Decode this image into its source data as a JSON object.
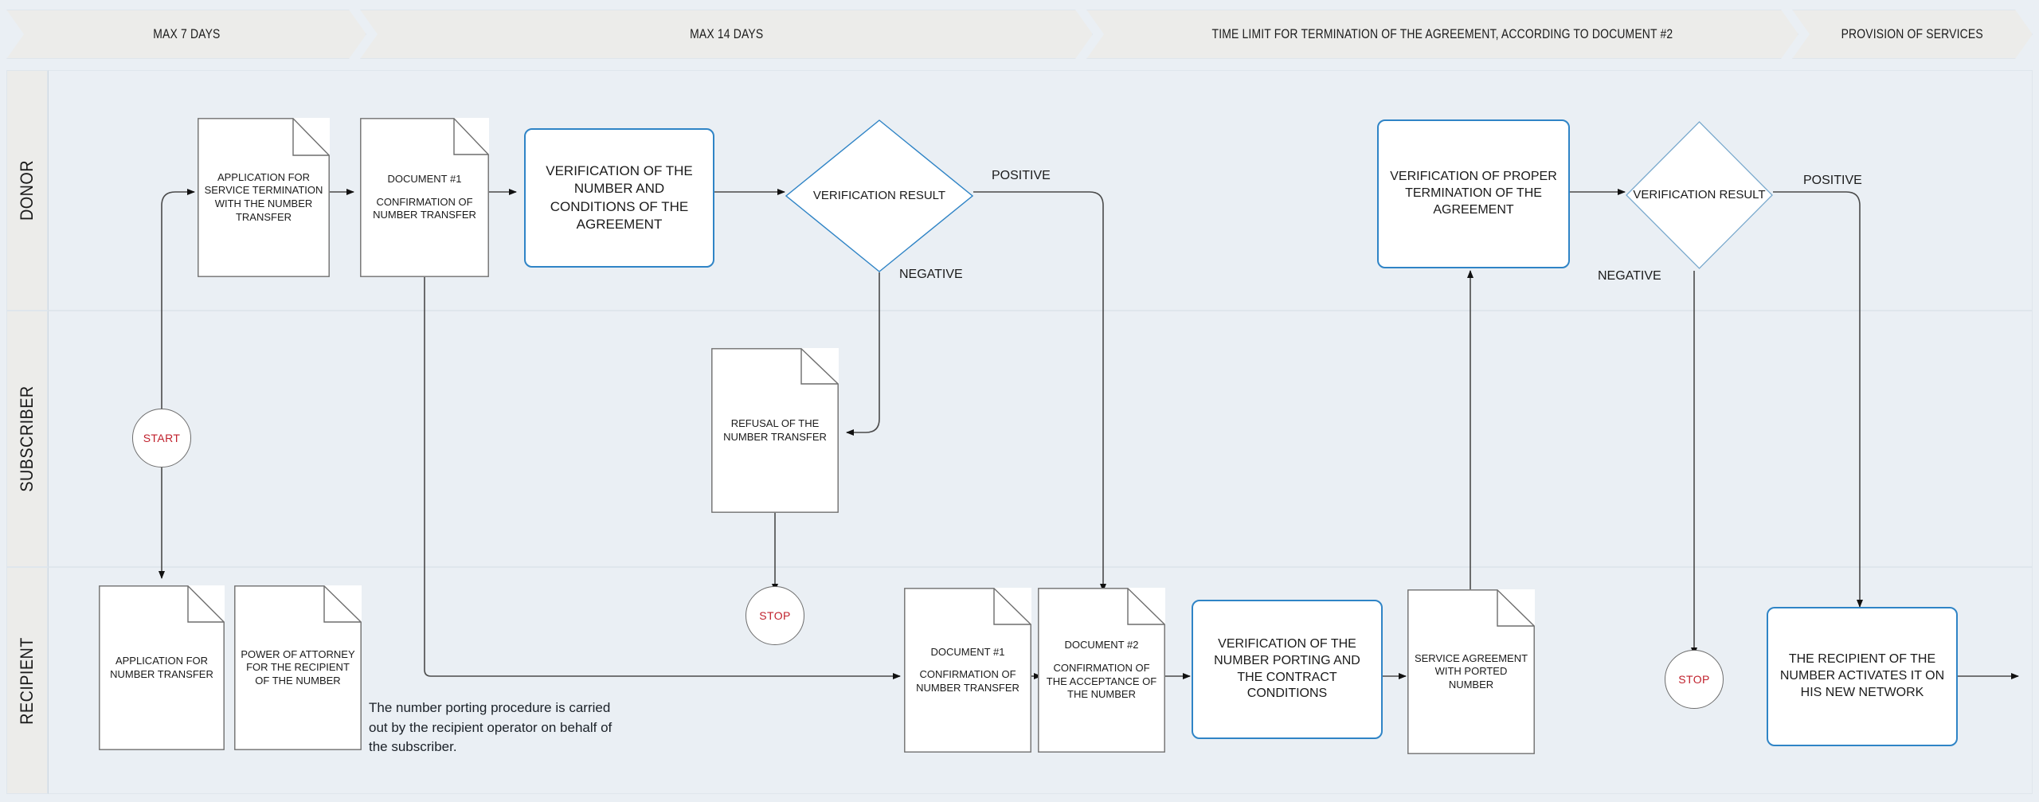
{
  "diagram": {
    "title": "Number porting procedure swimlane flowchart",
    "accent_color": "#2f84c6",
    "terminator_color": "#c0202c",
    "lane_header_bg": "#ececea",
    "lane_body_bg": "#eaeff4"
  },
  "phases": [
    {
      "label": "MAX 7 DAYS"
    },
    {
      "label": "MAX 14 DAYS"
    },
    {
      "label": "TIME LIMIT FOR TERMINATION OF THE AGREEMENT, ACCORDING TO DOCUMENT #2"
    },
    {
      "label": "PROVISION OF SERVICES"
    }
  ],
  "lanes": [
    {
      "label": "DONOR"
    },
    {
      "label": "SUBSCRIBER"
    },
    {
      "label": "RECIPIENT"
    }
  ],
  "nodes": {
    "application_service_termination": {
      "line1": "APPLICATION FOR SERVICE TERMINATION WITH THE NUMBER TRANSFER"
    },
    "document1_donor": {
      "line1": "DOCUMENT #1",
      "line2": "CONFIRMATION OF NUMBER TRANSFER"
    },
    "verification_number_conditions": {
      "line1": "VERIFICATION OF THE NUMBER AND CONDITIONS OF THE AGREEMENT"
    },
    "verification_result_1": {
      "line1": "VERIFICATION RESULT"
    },
    "verification_proper_termination": {
      "line1": "VERIFICATION OF PROPER TERMINATION OF THE AGREEMENT"
    },
    "verification_result_2": {
      "line1": "VERIFICATION RESULT"
    },
    "start": {
      "label": "START"
    },
    "refusal": {
      "line1": "REFUSAL OF THE NUMBER TRANSFER"
    },
    "stop_subscriber": {
      "label": "STOP"
    },
    "application_number_transfer": {
      "line1": "APPLICATION FOR NUMBER TRANSFER"
    },
    "power_of_attorney": {
      "line1": "POWER OF ATTORNEY FOR THE RECIPIENT OF THE NUMBER"
    },
    "document1_recipient": {
      "line1": "DOCUMENT #1",
      "line2": "CONFIRMATION OF NUMBER TRANSFER"
    },
    "document2_recipient": {
      "line1": "DOCUMENT #2",
      "line2": "CONFIRMATION  OF THE ACCEPTANCE OF THE NUMBER"
    },
    "verification_porting_contract": {
      "line1": "VERIFICATION OF THE NUMBER PORTING AND THE CONTRACT CONDITIONS"
    },
    "service_agreement": {
      "line1": "SERVICE AGREEMENT WITH PORTED NUMBER"
    },
    "stop_recipient": {
      "label": "STOP"
    },
    "recipient_activates": {
      "line1": "THE RECIPIENT OF THE NUMBER ACTIVATES IT ON HIS NEW NETWORK"
    }
  },
  "edge_labels": {
    "positive_1": "POSITIVE",
    "negative_1": "NEGATIVE",
    "positive_2": "POSITIVE",
    "negative_2": "NEGATIVE"
  },
  "notes": {
    "porting_note": "The number porting procedure is carried out by the recipient operator on behalf of the subscriber."
  }
}
